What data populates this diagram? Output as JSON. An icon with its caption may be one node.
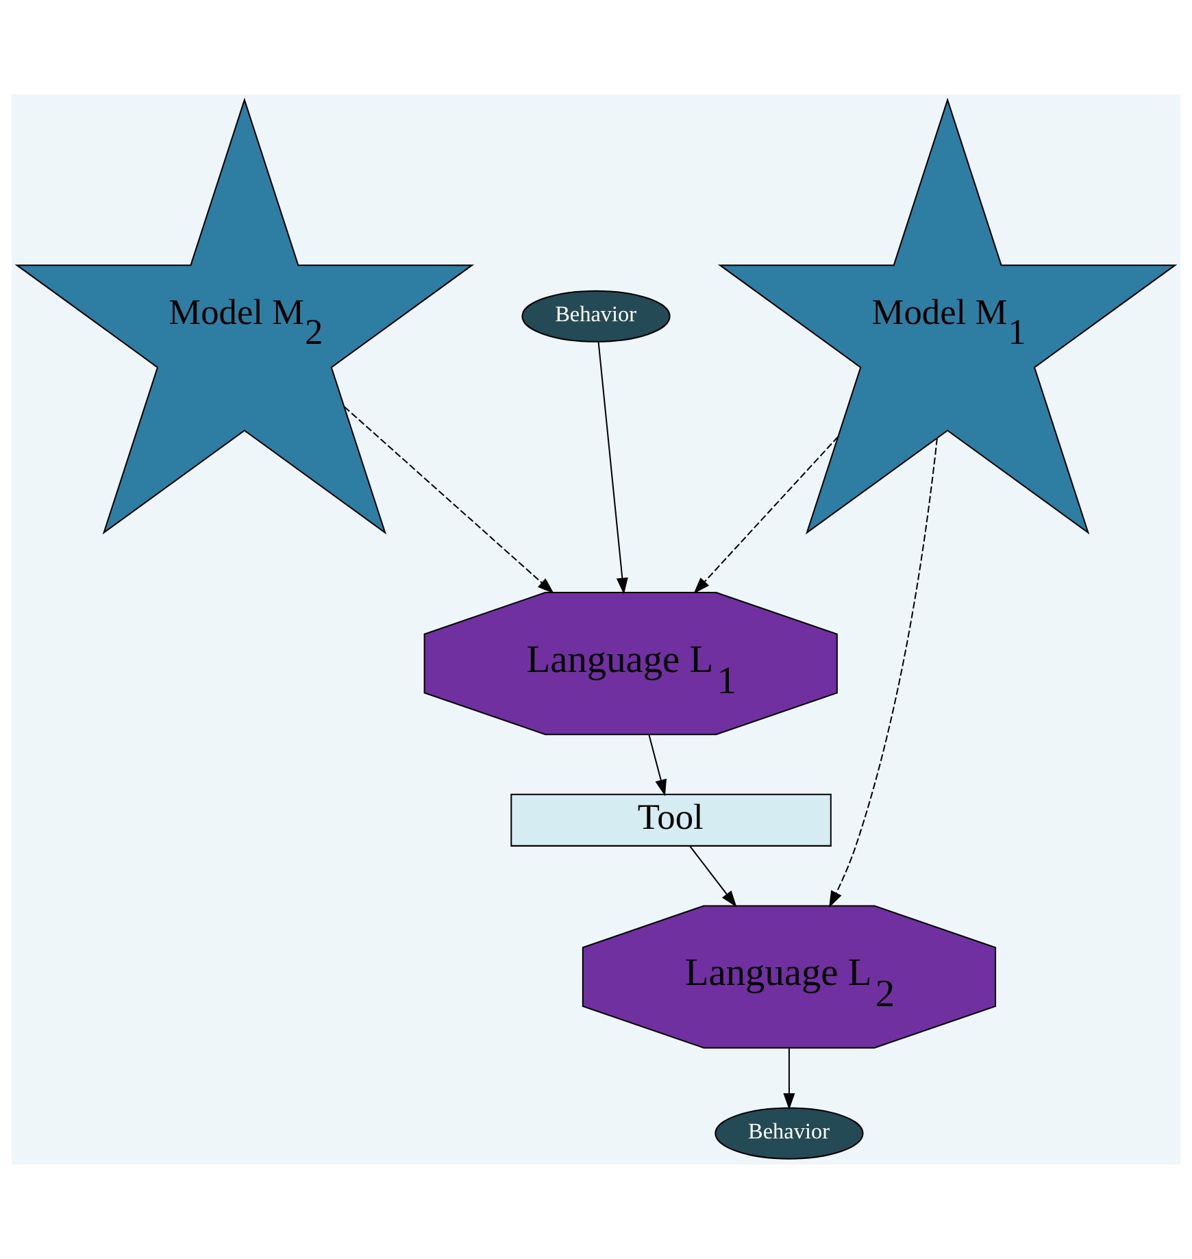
{
  "diagram": {
    "nodes": [
      {
        "text": [
          "Model M$_{1}$"
        ]
      },
      {
        "text": [
          "Model M$_{2}$"
        ]
      },
      {
        "text": [
          "Language L$_{1}$"
        ]
      },
      {
        "text": [
          "Behavior"
        ]
      },
      {
        "text": [
          "Tool"
        ]
      },
      {
        "text": [
          "Behavior"
        ]
      },
      {
        "text": [
          "Language L$_{2}$"
        ]
      }
    ],
    "edges": [
      {
        "from": 0,
        "to": 2,
        "arrow": "to",
        "style": "dashed"
      },
      {
        "from": 1,
        "to": 2,
        "arrow": "to",
        "style": "dashed"
      },
      {
        "from": 0,
        "to": 6,
        "arrow": "to",
        "style": "dashed"
      },
      {
        "from": 3,
        "to": 2,
        "arrow": "to"
      },
      {
        "from": 2,
        "to": 4,
        "arrow": "to"
      },
      {
        "from": 4,
        "to": 6,
        "arrow": "to"
      },
      {
        "from": 6,
        "to": 5,
        "arrow": "to"
      }
    ]
  }
}
